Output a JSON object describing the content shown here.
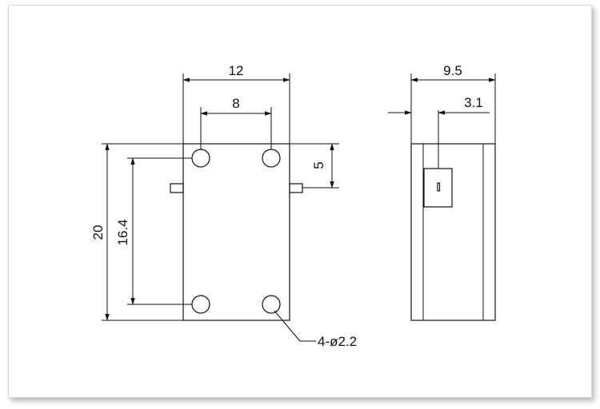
{
  "front_view": {
    "width_label": "12",
    "hole_spacing_x_label": "8",
    "height_label": "20",
    "hole_spacing_y_label": "16.4",
    "pin_offset_label": "5",
    "hole_callout_label": "4-ø2.2"
  },
  "side_view": {
    "depth_label": "9.5",
    "pin_position_label": "3.1"
  }
}
